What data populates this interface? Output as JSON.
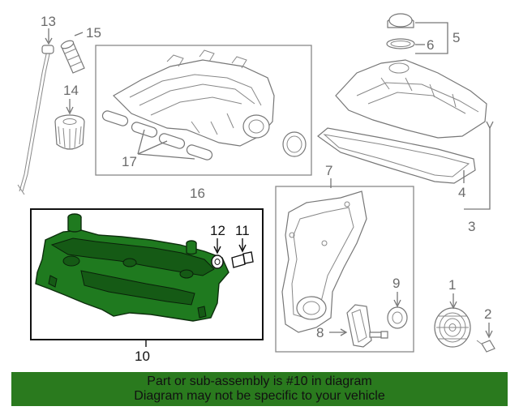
{
  "callouts": {
    "c1": "1",
    "c2": "2",
    "c3": "3",
    "c4": "4",
    "c5": "5",
    "c6": "6",
    "c7": "7",
    "c8": "8",
    "c9": "9",
    "c10": "10",
    "c11": "11",
    "c12": "12",
    "c13": "13",
    "c14": "14",
    "c15": "15",
    "c16": "16",
    "c17": "17"
  },
  "banner": {
    "line1": "Part or sub-assembly is #10 in diagram",
    "line2": "Diagram may not be specific to your vehicle"
  },
  "colors": {
    "highlight_part": "#1f7a1f",
    "banner_background": "#2a7a1e",
    "line_gray": "#777777"
  }
}
